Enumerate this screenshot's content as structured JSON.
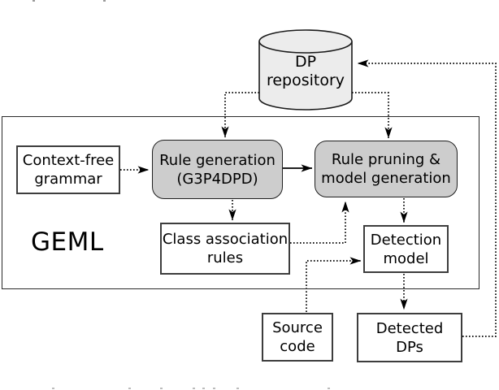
{
  "figure": {
    "system_label": "GEML",
    "nodes": {
      "dp_repository": {
        "lines": [
          "DP",
          "repository"
        ]
      },
      "context_free_grammar": {
        "lines": [
          "Context-free",
          "grammar"
        ]
      },
      "rule_generation": {
        "lines": [
          "Rule generation",
          "(G3P4DPD)"
        ]
      },
      "rule_pruning": {
        "lines": [
          "Rule pruning &",
          "model generation"
        ]
      },
      "class_association_rules": {
        "lines": [
          "Class association",
          "rules"
        ]
      },
      "detection_model": {
        "lines": [
          "Detection",
          "model"
        ]
      },
      "source_code": {
        "lines": [
          "Source",
          "code"
        ]
      },
      "detected_dps": {
        "lines": [
          "Detected",
          "DPs"
        ]
      }
    },
    "colors": {
      "process_fill": "#cdcdcd",
      "repository_fill": "#ececec",
      "box_border": "#3d3d3d",
      "line_color": "#000000"
    }
  }
}
